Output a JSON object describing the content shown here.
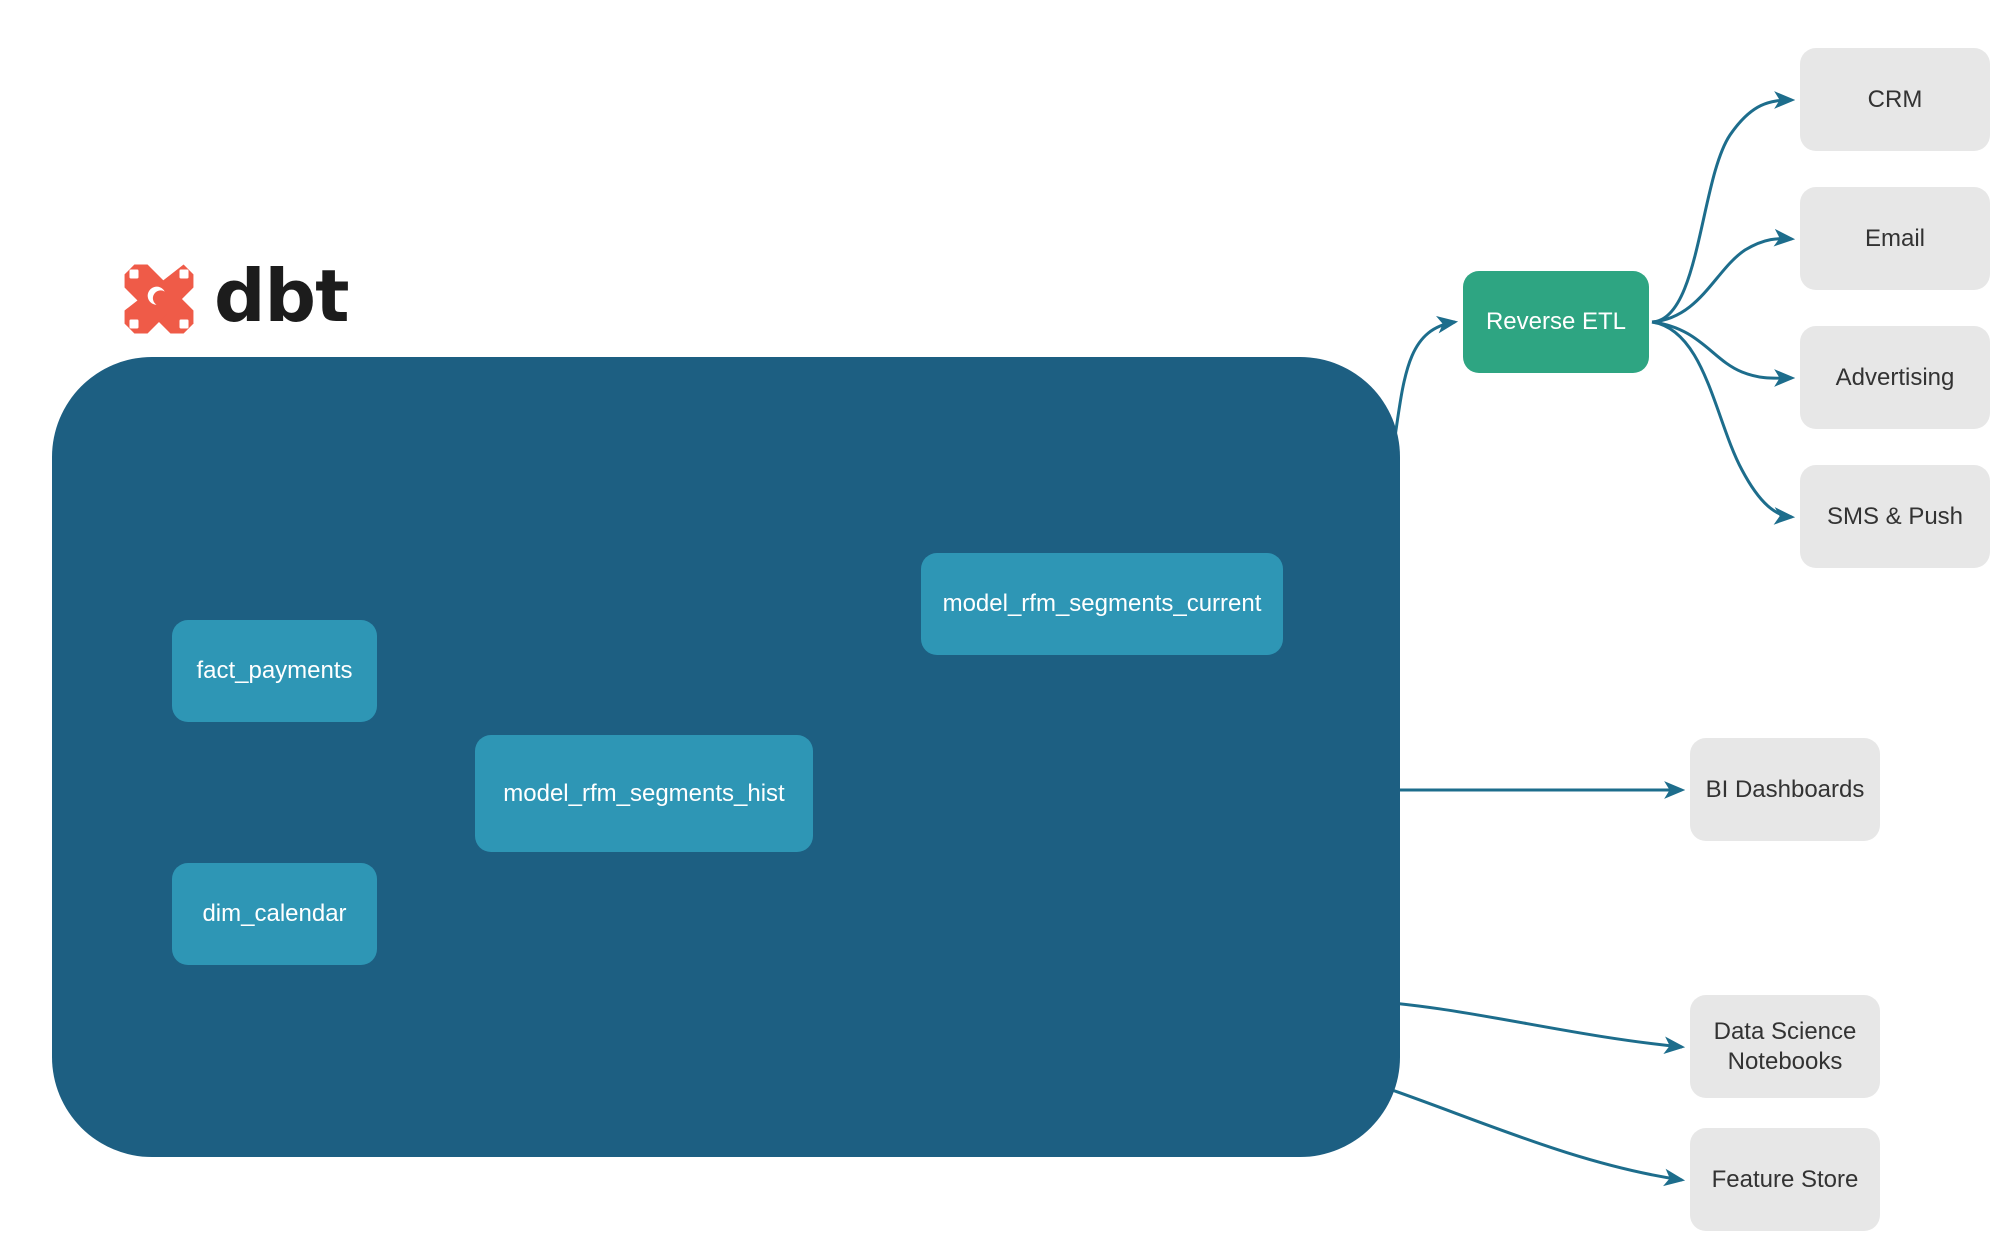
{
  "brand": {
    "logo_icon": "dbt-logo-icon",
    "wordmark": "dbt"
  },
  "project_container": {
    "name": "dbt-project-boundary",
    "color": "#1d5f82"
  },
  "models": [
    {
      "id": "fact_payments",
      "label": "fact_payments",
      "color": "#2e96b5"
    },
    {
      "id": "dim_calendar",
      "label": "dim_calendar",
      "color": "#2e96b5"
    },
    {
      "id": "model_rfm_segments_hist",
      "label": "model_rfm_segments_hist",
      "color": "#2e96b5"
    },
    {
      "id": "model_rfm_segments_current",
      "label": "model_rfm_segments_current",
      "color": "#2e96b5"
    }
  ],
  "reverse_etl": {
    "label": "Reverse ETL",
    "color": "#2ea582"
  },
  "activation_targets": [
    {
      "id": "crm",
      "label": "CRM"
    },
    {
      "id": "email",
      "label": "Email"
    },
    {
      "id": "advertising",
      "label": "Advertising"
    },
    {
      "id": "sms_push",
      "label": "SMS & Push"
    }
  ],
  "analytics_targets": [
    {
      "id": "bi_dashboards",
      "label": "BI Dashboards"
    },
    {
      "id": "ds_notebooks",
      "label": "Data Science\nNotebooks",
      "line1": "Data Science",
      "line2": "Notebooks"
    },
    {
      "id": "feature_store",
      "label": "Feature Store"
    }
  ],
  "colors": {
    "container": "#1d5f82",
    "model_node": "#2e96b5",
    "reverse_etl": "#2ea582",
    "target_node": "#e7e7e7",
    "target_text": "#333333",
    "edge_outer": "#1d6d8c",
    "edge_inner": "#4aa8c4",
    "logo_orange": "#ef5b48",
    "wordmark_black": "#1c1c1c"
  },
  "edges": [
    {
      "from": "fact_payments",
      "to": "model_rfm_segments_hist"
    },
    {
      "from": "dim_calendar",
      "to": "model_rfm_segments_hist"
    },
    {
      "from": "model_rfm_segments_hist",
      "to": "model_rfm_segments_current"
    },
    {
      "from": "model_rfm_segments_current",
      "to": "reverse_etl"
    },
    {
      "from": "reverse_etl",
      "to": "crm"
    },
    {
      "from": "reverse_etl",
      "to": "email"
    },
    {
      "from": "reverse_etl",
      "to": "advertising"
    },
    {
      "from": "reverse_etl",
      "to": "sms_push"
    },
    {
      "from": "model_rfm_segments_hist",
      "to": "bi_dashboards"
    },
    {
      "from": "model_rfm_segments_hist",
      "to": "ds_notebooks"
    },
    {
      "from": "model_rfm_segments_hist",
      "to": "feature_store"
    }
  ]
}
